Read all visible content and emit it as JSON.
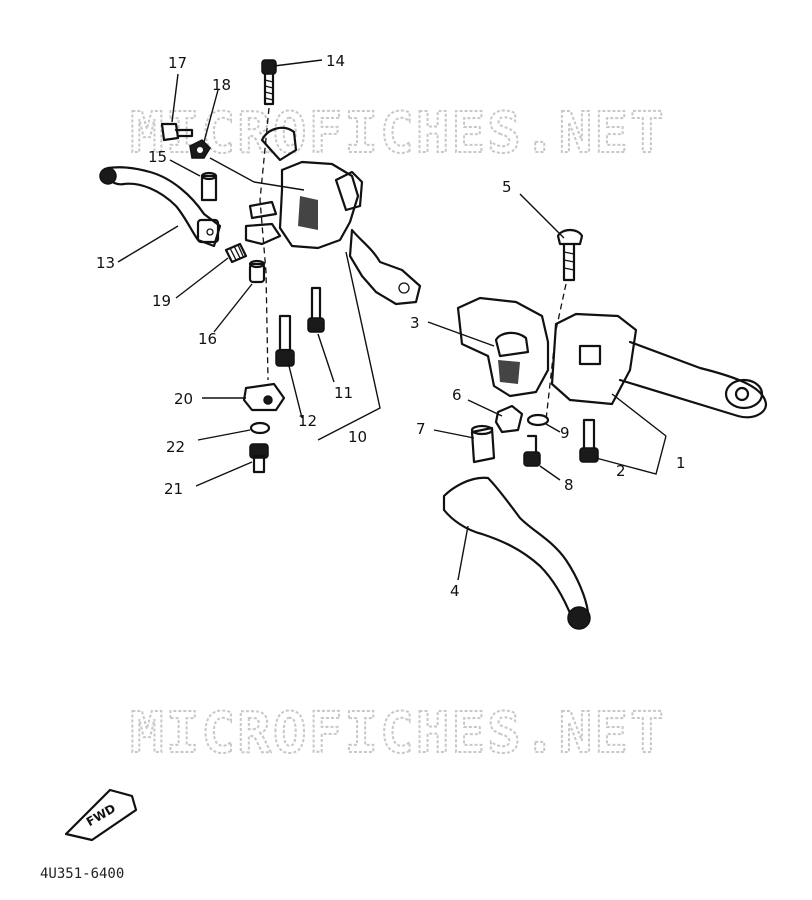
{
  "watermark": "MICROFICHES.NET",
  "fwd_label": "FWD",
  "diagram_code": "4U351-6400",
  "callouts": [
    "1",
    "2",
    "3",
    "4",
    "5",
    "6",
    "7",
    "8",
    "9",
    "10",
    "11",
    "12",
    "13",
    "14",
    "15",
    "16",
    "17",
    "18",
    "19",
    "20",
    "21",
    "22"
  ]
}
